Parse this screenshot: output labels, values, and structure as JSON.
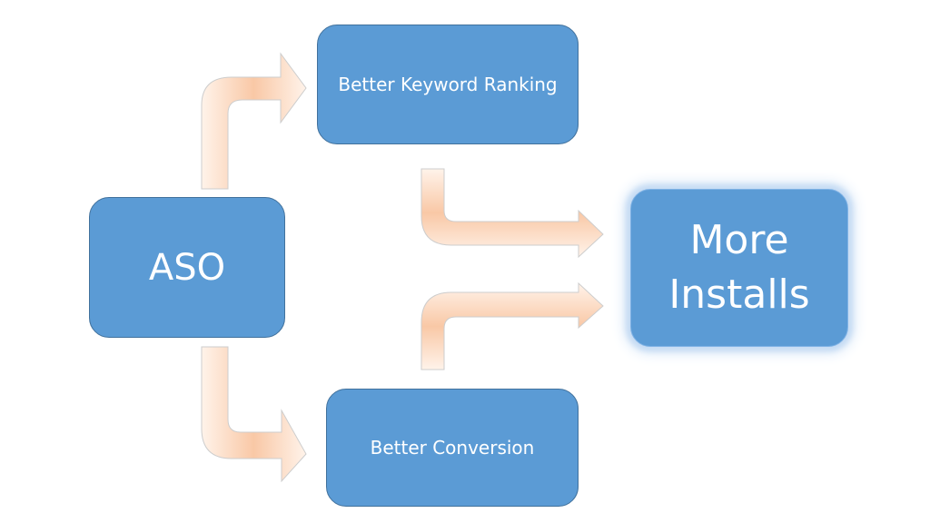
{
  "diagram": {
    "nodes": {
      "aso": {
        "label": "ASO"
      },
      "keyword_ranking": {
        "label": "Better Keyword Ranking"
      },
      "conversion": {
        "label": "Better Conversion"
      },
      "installs": {
        "line1": "More",
        "line2": "Installs"
      }
    },
    "edges": [
      {
        "from": "ASO",
        "to": "Better Keyword Ranking"
      },
      {
        "from": "ASO",
        "to": "Better Conversion"
      },
      {
        "from": "Better Keyword Ranking",
        "to": "More Installs"
      },
      {
        "from": "Better Conversion",
        "to": "More Installs"
      }
    ],
    "colors": {
      "node_fill": "#5b9bd5",
      "node_border": "#41719c",
      "node_text": "#ffffff",
      "arrow_fill_center": "#f9c8a6",
      "arrow_fill_edge": "#fff3ea",
      "arrow_border": "#cdcdcd"
    }
  }
}
